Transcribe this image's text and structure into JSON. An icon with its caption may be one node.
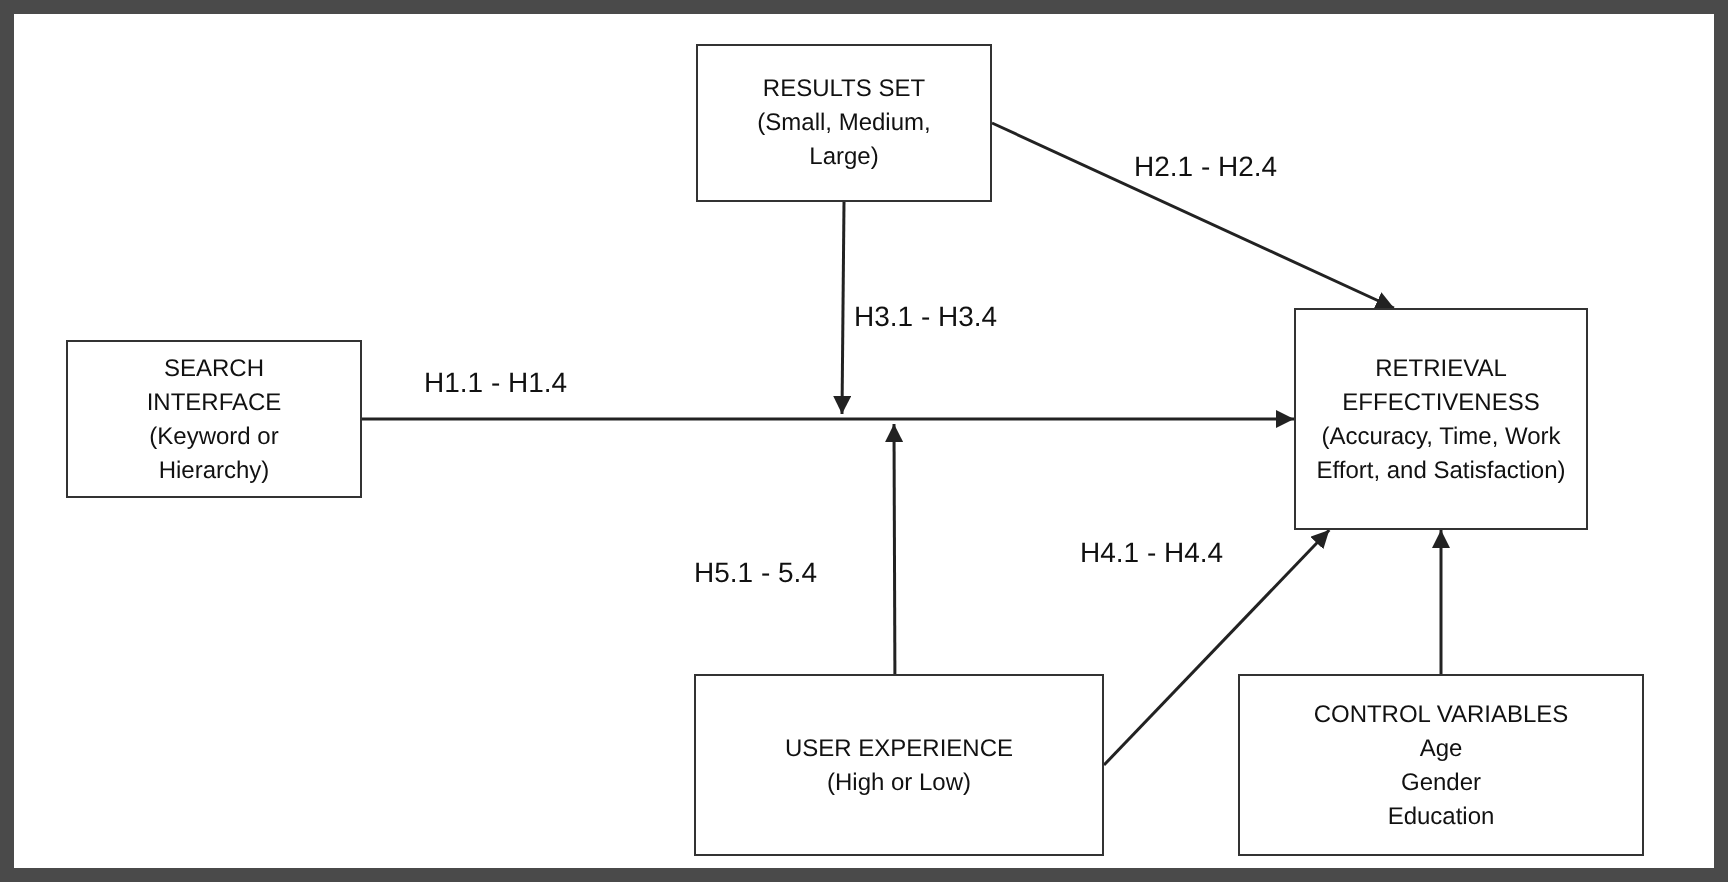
{
  "diagram": {
    "nodes": [
      {
        "text": [
          "RESULTS SET",
          "(Small, Medium, Large)"
        ]
      },
      {
        "text": [
          "SEARCH INTERFACE",
          "(Keyword or Hierarchy)"
        ]
      },
      {
        "text": [
          "RETRIEVAL EFFECTIVENESS",
          "(Accuracy, Time, Work Effort, and Satisfaction)"
        ]
      },
      {
        "text": [
          "USER EXPERIENCE",
          "(High or Low)"
        ]
      },
      {
        "text": [
          "CONTROL VARIABLES",
          "Age",
          "Gender",
          "Education"
        ]
      }
    ],
    "edges": [
      {
        "from": 1,
        "to": 2,
        "arrow": "to",
        "label": "H1.1 - H1.4"
      },
      {
        "from": 0,
        "to": 2,
        "arrow": "to",
        "label": "H2.1 - H2.4"
      },
      {
        "from": 0,
        "to": null,
        "arrow": "to",
        "label": "H3.1 - H3.4"
      },
      {
        "from": 3,
        "to": 2,
        "arrow": "to",
        "label": "H4.1 - H4.4"
      },
      {
        "from": 3,
        "to": null,
        "arrow": "to",
        "label": "H5.1 - 5.4"
      },
      {
        "from": 4,
        "to": 2,
        "arrow": "to"
      }
    ]
  }
}
